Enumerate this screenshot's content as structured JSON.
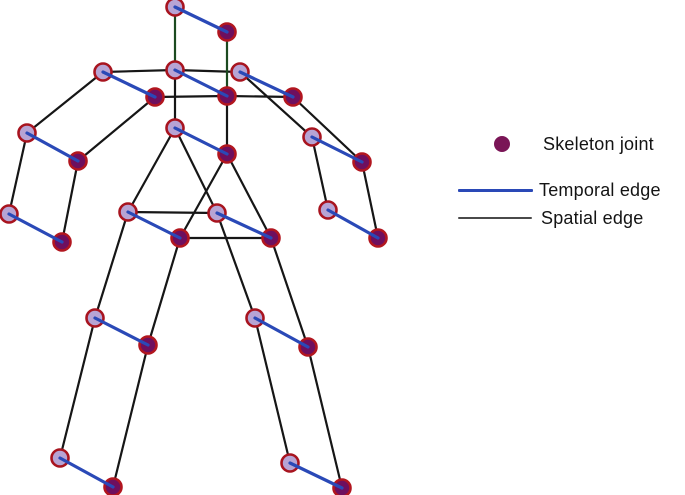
{
  "legend": {
    "items": [
      {
        "label": "Skeleton joint",
        "marker": "circle",
        "color": "#7a1556"
      },
      {
        "label": "Temporal edge",
        "marker": "line",
        "color": "#2a49b7"
      },
      {
        "label": "Spatial edge",
        "marker": "line",
        "color": "#4a4a4a"
      }
    ]
  },
  "skeleton": {
    "colors": {
      "spatial_edge": "#161616",
      "head_edge": "#1c4a20",
      "temporal_edge": "#2a49b7",
      "frame1_fill": "#b7a4d4",
      "frame1_stroke": "#a8141f",
      "frame2_fill": "#6e0f5e",
      "frame2_stroke": "#b2161f"
    },
    "style": {
      "joint_radius": 8.5,
      "joint_stroke_width": 2.6,
      "spatial_width": 2.2,
      "temporal_width": 3.2
    },
    "joints": {
      "frame1": {
        "head": [
          175,
          7
        ],
        "neck": [
          175,
          70
        ],
        "chest": [
          175,
          128
        ],
        "l_shoulder": [
          103,
          72
        ],
        "r_shoulder": [
          240,
          72
        ],
        "l_elbow": [
          27,
          133
        ],
        "r_elbow": [
          312,
          137
        ],
        "l_wrist": [
          9,
          214
        ],
        "r_wrist": [
          328,
          210
        ],
        "l_hip": [
          128,
          212
        ],
        "r_hip": [
          217,
          213
        ],
        "l_knee": [
          95,
          318
        ],
        "r_knee": [
          255,
          318
        ],
        "l_ankle": [
          60,
          458
        ],
        "r_ankle": [
          290,
          463
        ]
      },
      "frame2": {
        "head": [
          227,
          32
        ],
        "neck": [
          227,
          96
        ],
        "chest": [
          227,
          154
        ],
        "l_shoulder": [
          155,
          97
        ],
        "r_shoulder": [
          293,
          97
        ],
        "l_elbow": [
          78,
          161
        ],
        "r_elbow": [
          362,
          162
        ],
        "l_wrist": [
          62,
          242
        ],
        "r_wrist": [
          378,
          238
        ],
        "l_hip": [
          180,
          238
        ],
        "r_hip": [
          271,
          238
        ],
        "l_knee": [
          148,
          345
        ],
        "r_knee": [
          308,
          347
        ],
        "l_ankle": [
          113,
          487
        ],
        "r_ankle": [
          342,
          488
        ]
      }
    },
    "spatial_edges": [
      [
        "head",
        "neck"
      ],
      [
        "neck",
        "l_shoulder"
      ],
      [
        "neck",
        "r_shoulder"
      ],
      [
        "neck",
        "chest"
      ],
      [
        "l_shoulder",
        "l_elbow"
      ],
      [
        "l_elbow",
        "l_wrist"
      ],
      [
        "r_shoulder",
        "r_elbow"
      ],
      [
        "r_elbow",
        "r_wrist"
      ],
      [
        "chest",
        "l_hip"
      ],
      [
        "chest",
        "r_hip"
      ],
      [
        "l_hip",
        "r_hip"
      ],
      [
        "l_hip",
        "l_knee"
      ],
      [
        "l_knee",
        "l_ankle"
      ],
      [
        "r_hip",
        "r_knee"
      ],
      [
        "r_knee",
        "r_ankle"
      ]
    ]
  }
}
